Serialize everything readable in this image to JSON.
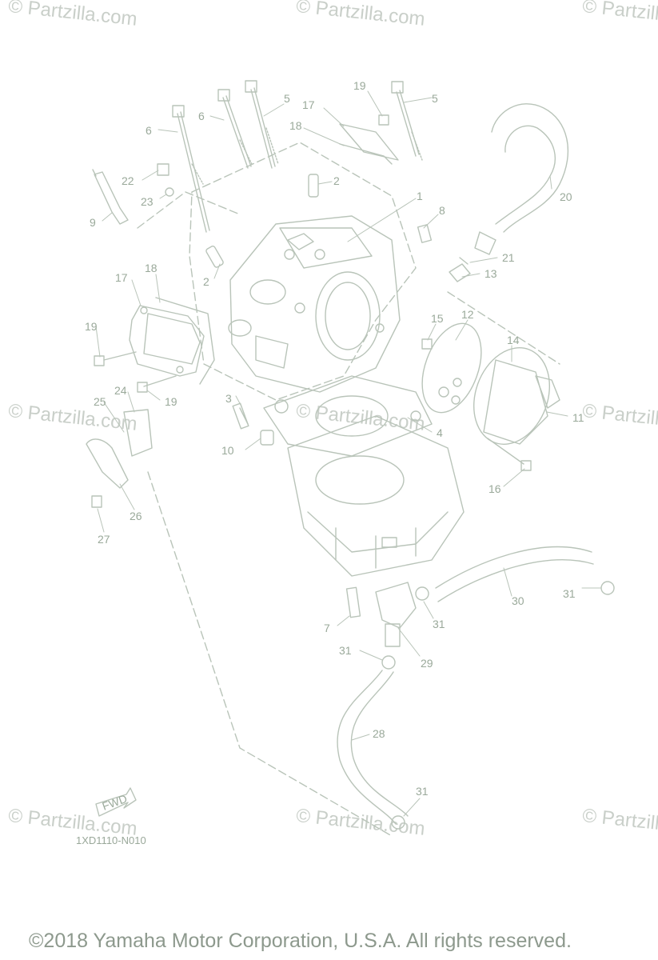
{
  "watermark": "© Partzilla.com",
  "diagram_code": "1XD1110-N010",
  "copyright": "©2018 Yamaha Motor Corporation, U.S.A. All rights reserved.",
  "fwd_label": "FWD",
  "callouts": [
    {
      "id": "c1",
      "label": "1"
    },
    {
      "id": "c2a",
      "label": "2"
    },
    {
      "id": "c2b",
      "label": "2"
    },
    {
      "id": "c3",
      "label": "3"
    },
    {
      "id": "c4",
      "label": "4"
    },
    {
      "id": "c5a",
      "label": "5"
    },
    {
      "id": "c5b",
      "label": "5"
    },
    {
      "id": "c6a",
      "label": "6"
    },
    {
      "id": "c6b",
      "label": "6"
    },
    {
      "id": "c7",
      "label": "7"
    },
    {
      "id": "c8",
      "label": "8"
    },
    {
      "id": "c9",
      "label": "9"
    },
    {
      "id": "c10",
      "label": "10"
    },
    {
      "id": "c11",
      "label": "11"
    },
    {
      "id": "c12",
      "label": "12"
    },
    {
      "id": "c13",
      "label": "13"
    },
    {
      "id": "c14",
      "label": "14"
    },
    {
      "id": "c15",
      "label": "15"
    },
    {
      "id": "c16",
      "label": "16"
    },
    {
      "id": "c17a",
      "label": "17"
    },
    {
      "id": "c17b",
      "label": "17"
    },
    {
      "id": "c18a",
      "label": "18"
    },
    {
      "id": "c18b",
      "label": "18"
    },
    {
      "id": "c19a",
      "label": "19"
    },
    {
      "id": "c19b",
      "label": "19"
    },
    {
      "id": "c19c",
      "label": "19"
    },
    {
      "id": "c20",
      "label": "20"
    },
    {
      "id": "c21",
      "label": "21"
    },
    {
      "id": "c22",
      "label": "22"
    },
    {
      "id": "c23",
      "label": "23"
    },
    {
      "id": "c24",
      "label": "24"
    },
    {
      "id": "c25",
      "label": "25"
    },
    {
      "id": "c26",
      "label": "26"
    },
    {
      "id": "c27",
      "label": "27"
    },
    {
      "id": "c28",
      "label": "28"
    },
    {
      "id": "c29",
      "label": "29"
    },
    {
      "id": "c30",
      "label": "30"
    },
    {
      "id": "c31a",
      "label": "31"
    },
    {
      "id": "c31b",
      "label": "31"
    },
    {
      "id": "c31c",
      "label": "31"
    },
    {
      "id": "c31d",
      "label": "31"
    }
  ]
}
